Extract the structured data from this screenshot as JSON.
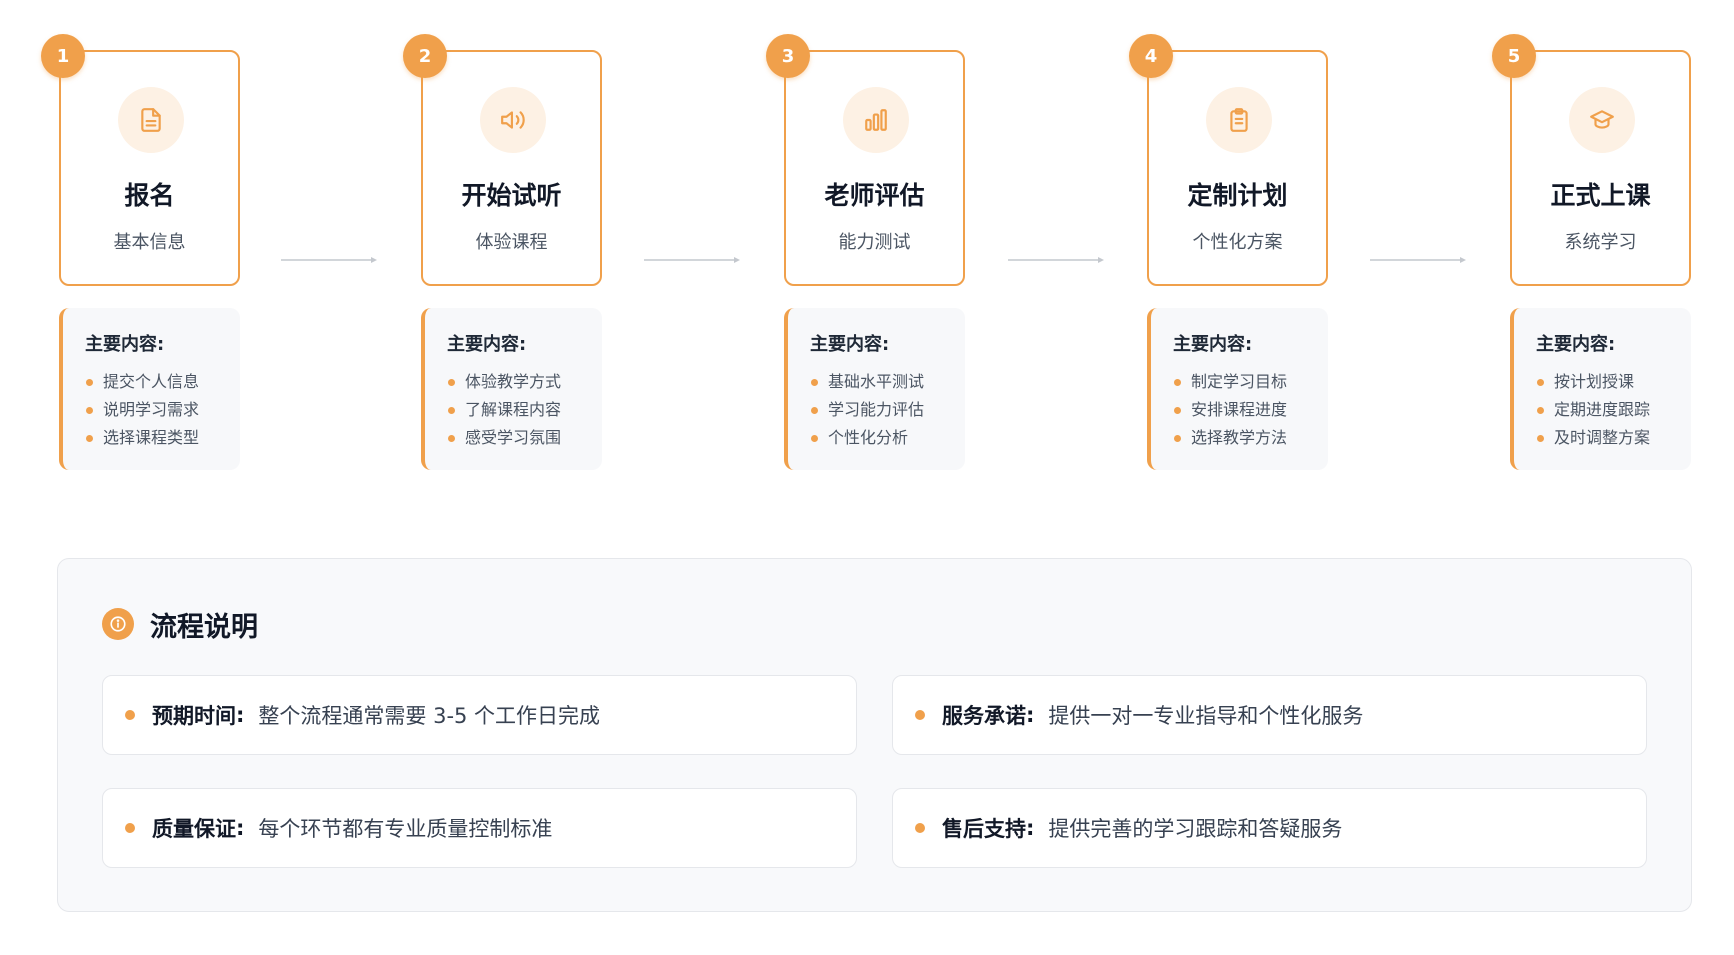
{
  "steps": [
    {
      "number": "1",
      "icon": "document-icon",
      "title": "报名",
      "subtitle": "基本信息",
      "detail_title": "主要内容:",
      "items": [
        "提交个人信息",
        "说明学习需求",
        "选择课程类型"
      ]
    },
    {
      "number": "2",
      "icon": "speaker-icon",
      "title": "开始试听",
      "subtitle": "体验课程",
      "detail_title": "主要内容:",
      "items": [
        "体验教学方式",
        "了解课程内容",
        "感受学习氛围"
      ]
    },
    {
      "number": "3",
      "icon": "bar-chart-icon",
      "title": "老师评估",
      "subtitle": "能力测试",
      "detail_title": "主要内容:",
      "items": [
        "基础水平测试",
        "学习能力评估",
        "个性化分析"
      ]
    },
    {
      "number": "4",
      "icon": "clipboard-icon",
      "title": "定制计划",
      "subtitle": "个性化方案",
      "detail_title": "主要内容:",
      "items": [
        "制定学习目标",
        "安排课程进度",
        "选择教学方法"
      ]
    },
    {
      "number": "5",
      "icon": "graduation-cap-icon",
      "title": "正式上课",
      "subtitle": "系统学习",
      "detail_title": "主要内容:",
      "items": [
        "按计划授课",
        "定期进度跟踪",
        "及时调整方案"
      ]
    }
  ],
  "notes": {
    "icon": "info-icon",
    "title": "流程说明",
    "items": [
      {
        "label": "预期时间",
        "text": "整个流程通常需要 3-5 个工作日完成"
      },
      {
        "label": "服务承诺",
        "text": "提供一对一专业指导和个性化服务"
      },
      {
        "label": "质量保证",
        "text": "每个环节都有专业质量控制标准"
      },
      {
        "label": "售后支持",
        "text": "提供完善的学习跟踪和答疑服务"
      }
    ]
  },
  "colors": {
    "accent": "#f0a04b",
    "accent_light": "#fdf1e4",
    "panel_bg": "#f8f9fb"
  }
}
